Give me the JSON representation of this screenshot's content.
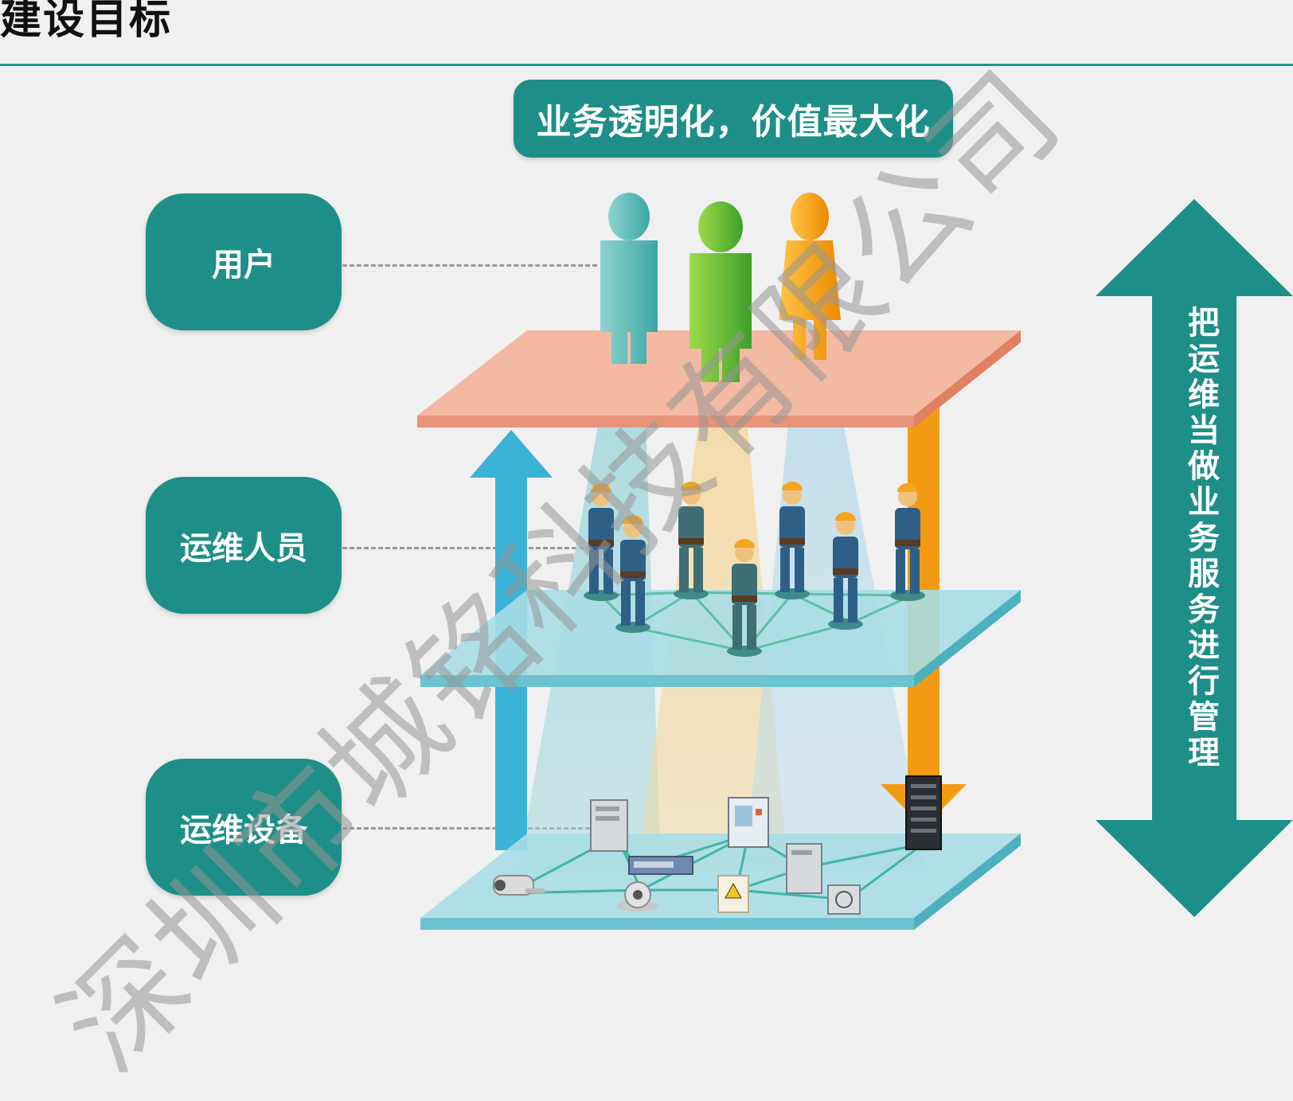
{
  "page": {
    "title": "建设目标"
  },
  "banner": {
    "text": "业务透明化，价值最大化"
  },
  "layers": {
    "users": "用户",
    "staff": "运维人员",
    "devices": "运维设备"
  },
  "side_arrow": {
    "text": "把运维当做业务服务进行管理"
  },
  "watermark": {
    "text": "深圳市城铭科技有限公司"
  },
  "colors": {
    "teal": "#1e8f88",
    "top_plane": "#f3b9a3",
    "middle_plane": "#a8dde6",
    "bottom_plane": "#a8dde6",
    "up_arrow": "#3bb3d6",
    "down_arrow": "#f29b12"
  },
  "icons": {
    "users": [
      "person-teal-icon",
      "person-green-icon",
      "person-orange-icon"
    ],
    "staff": "worker-icon",
    "devices": [
      "camera-icon",
      "server-icon",
      "switch-icon",
      "webcam-icon",
      "cabinet-icon",
      "power-box-icon",
      "pc-tower-icon",
      "rack-server-icon",
      "fan-unit-icon"
    ]
  }
}
